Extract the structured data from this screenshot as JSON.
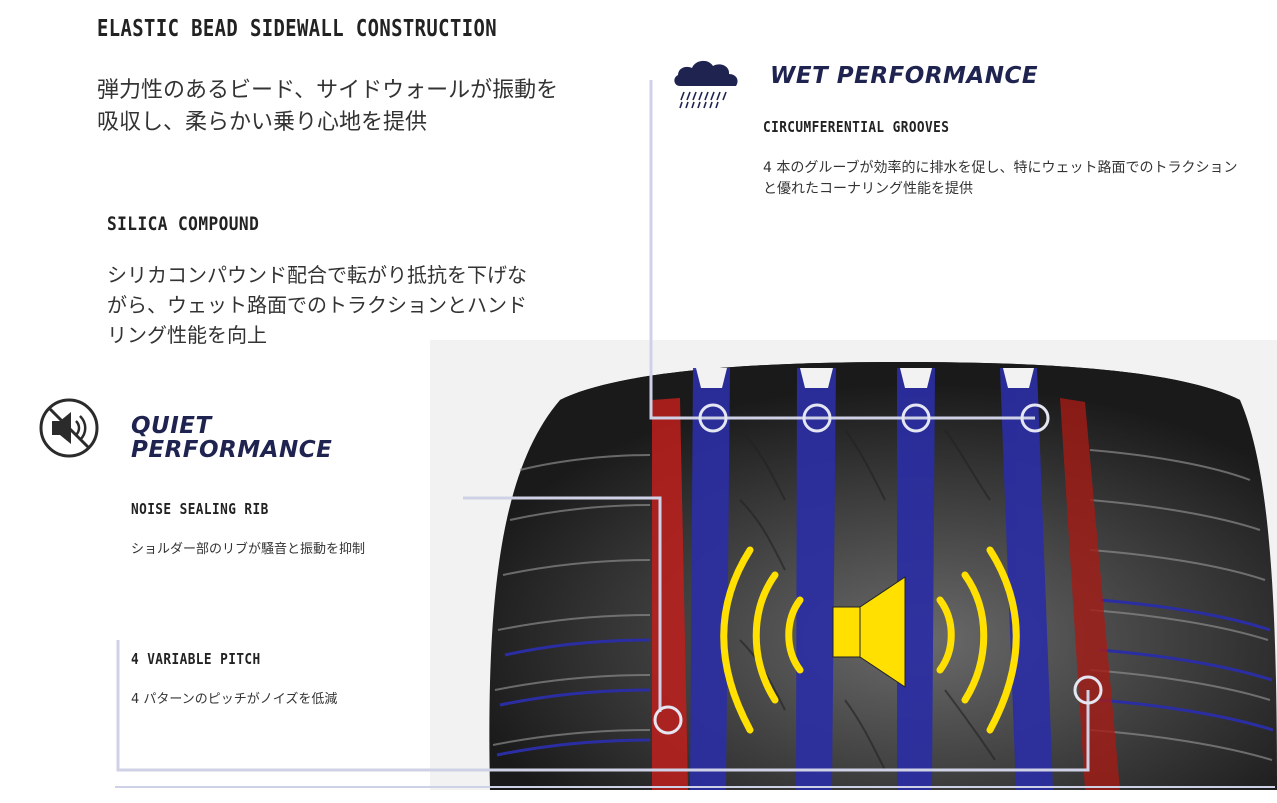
{
  "elastic": {
    "heading": "ELASTIC BEAD SIDEWALL CONSTRUCTION",
    "text": "弾力性のあるビード、サイドウォールが振動を吸収し、柔らかい乗り心地を提供"
  },
  "silica": {
    "heading": "SILICA COMPOUND",
    "text": "シリカコンパウンド配合で転がり抵抗を下げながら、ウェット路面でのトラクションとハンドリング性能を向上"
  },
  "quiet": {
    "title_line1": "QUIET",
    "title_line2": "PERFORMANCE",
    "icon": "speaker-muted-icon"
  },
  "noise": {
    "heading": "NOISE SEALING RIB",
    "text": "ショルダー部のリブが騒音と振動を抑制"
  },
  "pitch": {
    "heading": "4 VARIABLE PITCH",
    "text": "4 パターンのピッチがノイズを低減"
  },
  "wet": {
    "title": "WET PERFORMANCE",
    "icon": "rain-cloud-icon",
    "heading": "CIRCUMFERENTIAL GROOVES",
    "text": "4 本のグルーブが効率的に排水を促し、特にウェット路面でのトラクションと優れたコーナリング性能を提供"
  },
  "colors": {
    "title_navy": "#1f2350",
    "groove_blue": "#2b2ea3",
    "shoulder_red": "#c0201c",
    "speaker_yellow": "#ffe000",
    "callout_line": "#cfd2e6"
  }
}
